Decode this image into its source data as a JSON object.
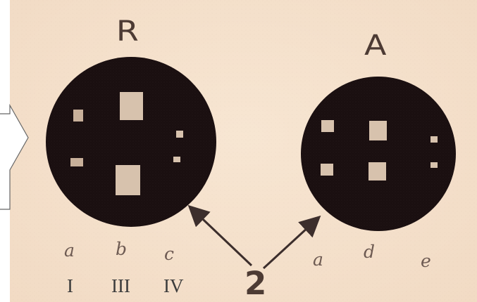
{
  "labels": {
    "left_circle": "R",
    "right_circle": "A",
    "left_letters": [
      "a",
      "b",
      "c"
    ],
    "right_letters": [
      "a",
      "d",
      "e"
    ],
    "roman_numerals": [
      "I",
      "III",
      "IV"
    ],
    "pointer_number": "2"
  },
  "colors": {
    "panel_background": "#f5e1cc",
    "circle_fill": "#1a0f10",
    "square_fill": "#d7c2ad",
    "text": "#4d3b34"
  }
}
